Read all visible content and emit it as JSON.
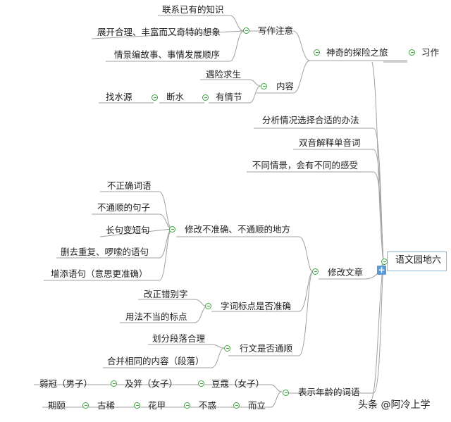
{
  "root": {
    "label": "语文园地六"
  },
  "xizuo": {
    "label": "习作",
    "story": {
      "label": "神奇的探险之旅",
      "writing": {
        "label": "写作注意",
        "items": [
          "联系已有的知识",
          "展开合理、丰富而又奇特的想象",
          "情景编故事、事情发展顺序"
        ]
      },
      "content": {
        "label": "内容",
        "item1": "遇险求生",
        "plot": "有情节",
        "water": "断水",
        "find": "找水源"
      }
    }
  },
  "tips": [
    "分析情况选择合适的办法",
    "双音解释单音词",
    "不同情景，会有不同的感受"
  ],
  "revise": {
    "label": "修改文章",
    "wrong": {
      "label": "修改不准确、不通顺的地方",
      "items": [
        "不正确词语",
        "不通顺的句子",
        "长句变短句",
        "删去重复、啰嗦的语句",
        "增添语句（意思更准确）"
      ]
    },
    "punct": {
      "label": "字词标点是否准确",
      "items": [
        "改正错别字",
        "用法不当的标点"
      ]
    },
    "flow": {
      "label": "行文是否通顺",
      "items": [
        "划分段落合理",
        "合并相同的内容（段落）"
      ]
    }
  },
  "age": {
    "label": "表示年龄的词语",
    "row1": [
      "弱冠（男子）",
      "及笄（女子）",
      "豆蔻（女子）"
    ],
    "row2": [
      "期颐",
      "古稀",
      "花甲",
      "不惑",
      "而立"
    ]
  },
  "watermark": {
    "text": "头条 @阿冷上学"
  },
  "colors": {
    "line": "#9a9a9a",
    "collapse": "#3aa43a",
    "plus": "#5b9bd5",
    "rootBorder": "#93b8d6"
  }
}
